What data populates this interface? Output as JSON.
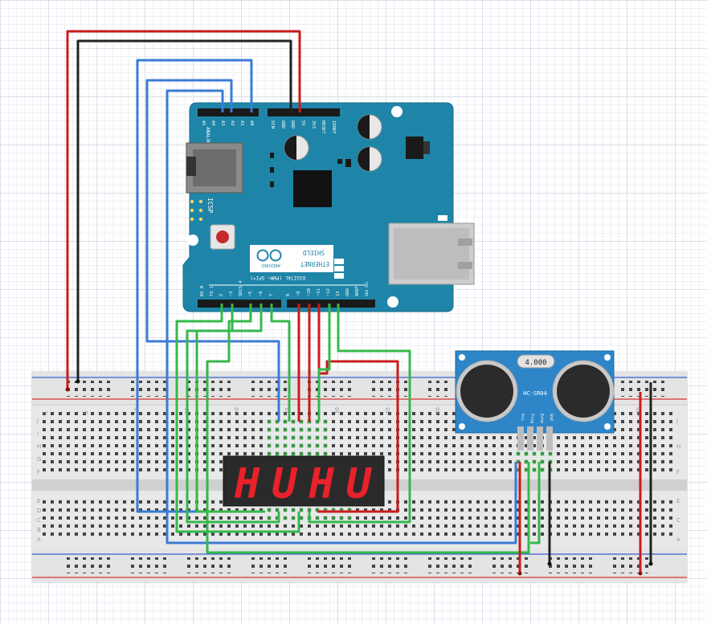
{
  "shield": {
    "board_name": "ETHERNET SHIELD",
    "board_name_line1": "ETHERNET",
    "board_name_line2": "SHIELD",
    "brand": "ARDUINO",
    "icsp_label": "ICSP",
    "analog_label": "ANALOG IN",
    "digital_label": "DIGITAL (PWM~ SPI*)",
    "analog_pins": [
      "A5",
      "A4",
      "A3",
      "A2",
      "A1",
      "A0"
    ],
    "power_pins": [
      "VIN",
      "GND",
      "GND",
      "5V",
      "3V3",
      "RESET",
      "IOREF"
    ],
    "digital_pins": [
      "RX 0",
      "TX 1",
      "2",
      "~3",
      "SDCS 4",
      "~5",
      "~6",
      "7",
      "8",
      "~9",
      "~10",
      "~11",
      "~12",
      "13",
      "GND",
      "AREF",
      "SDA SCL"
    ],
    "color": "#1e85a8"
  },
  "sensor": {
    "model": "HC-SR04",
    "crystal": "4.000",
    "pins": [
      "Vcc",
      "Trig",
      "Echo",
      "Gnd"
    ],
    "color": "#2e86c8"
  },
  "display": {
    "digits": "HUHU",
    "segment_color": "#e8212a"
  },
  "breadboard": {
    "column_numbers": [
      "1",
      "5",
      "10",
      "15",
      "20",
      "25",
      "30",
      "35",
      "40",
      "45",
      "50",
      "55",
      "60"
    ],
    "row_letters_top": [
      "J",
      "I",
      "H",
      "G",
      "F"
    ],
    "row_letters_bottom": [
      "E",
      "D",
      "C",
      "B",
      "A"
    ]
  },
  "wire_colors": {
    "power": "#c91c1c",
    "ground": "#222222",
    "analog": "#3a7bd5",
    "signal": "#35b84a"
  }
}
